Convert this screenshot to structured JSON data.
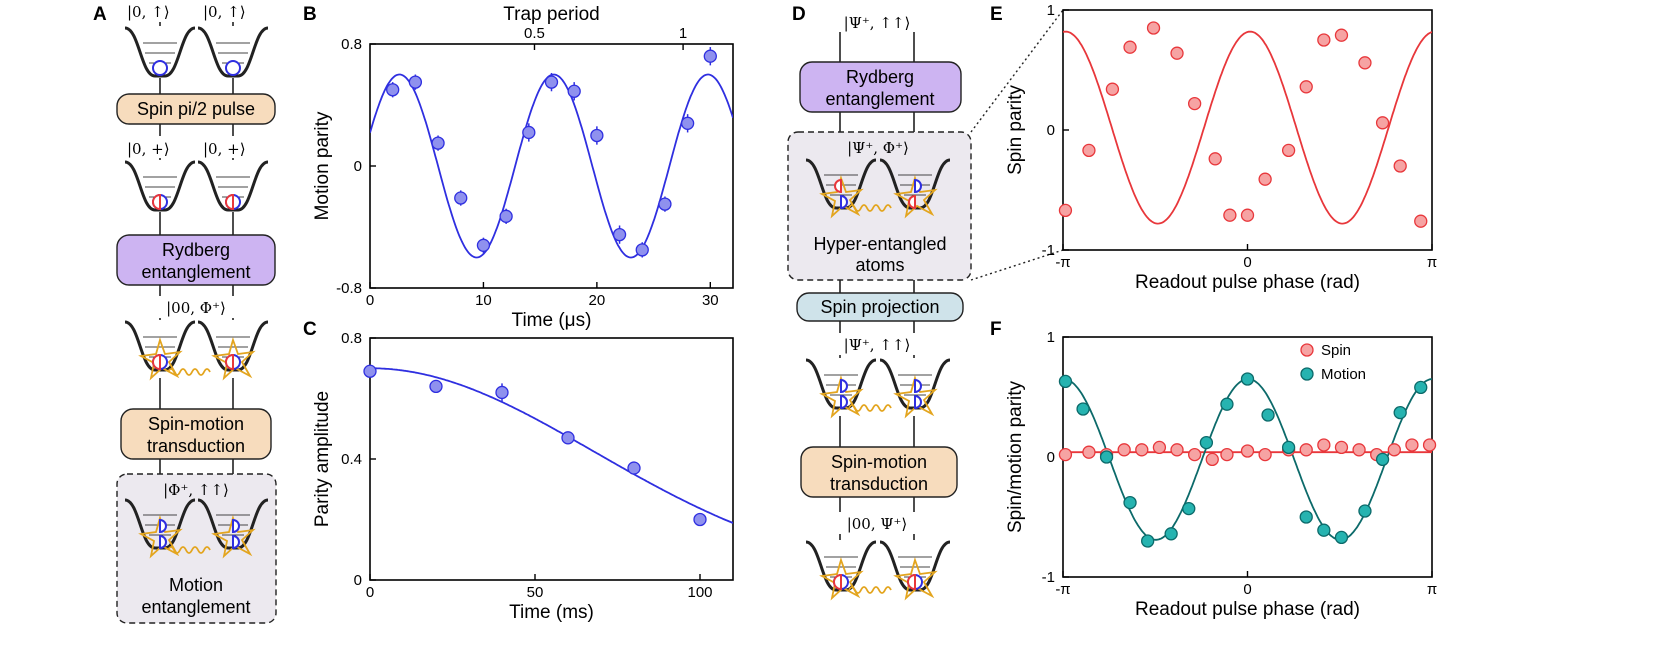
{
  "panel_letters": {
    "a": "A",
    "b": "B",
    "c": "C",
    "d": "D",
    "e": "E",
    "f": "F"
  },
  "colors": {
    "blue": "#2f2fe0",
    "blue_fill": "#8f91ee",
    "red": "#e8373b",
    "red_fill": "#f6a3a3",
    "teal": "#0c6a6a",
    "teal_fill": "#26b3b0",
    "orange_box": "#f7dcbd",
    "purple_box": "#cdb4f2",
    "teal_box": "#cfe3ea",
    "shaded_box": "#ece9ef",
    "gold": "#e3a51f"
  },
  "diagram_a": {
    "states": [
      "|0, ↑⟩",
      "|0, ↑⟩",
      "|0, +⟩",
      "|0, +⟩",
      "|00, Φ⁺⟩",
      "|Φ⁺, ↑↑⟩"
    ],
    "boxes": {
      "spin_pulse": "Spin pi/2 pulse",
      "rydberg_1": "Rydberg",
      "rydberg_2": "entanglement",
      "transduction_1": "Spin-motion",
      "transduction_2": "transduction",
      "motion_1": "Motion",
      "motion_2": "entanglement"
    }
  },
  "diagram_d": {
    "states": [
      "|Ψ⁺, ↑↑⟩",
      "|Ψ⁺, Φ⁺⟩",
      "|Ψ⁺, ↑↑⟩",
      "|00, Ψ⁺⟩"
    ],
    "boxes": {
      "rydberg_1": "Rydberg",
      "rydberg_2": "entanglement",
      "hyper_1": "Hyper-entangled",
      "hyper_2": "atoms",
      "projection": "Spin projection",
      "transduction_1": "Spin-motion",
      "transduction_2": "transduction"
    }
  },
  "chart_data": [
    {
      "panel": "B",
      "type": "scatter",
      "xlabel": "Time (μs)",
      "ylabel": "Motion parity",
      "top_xlabel": "Trap period",
      "xlim": [
        0,
        32
      ],
      "ylim": [
        -0.8,
        0.8
      ],
      "xticks": [
        "0",
        "10",
        "20",
        "30"
      ],
      "yticks": [
        "-0.8",
        "0",
        "0.8"
      ],
      "top_xticks": [
        "0.5",
        "1"
      ],
      "top_xtick_positions_data": [
        14.5,
        27.6
      ],
      "series": [
        {
          "x": [
            2,
            4,
            6,
            8,
            10,
            12,
            14,
            16,
            18,
            20,
            22,
            24,
            26,
            28,
            30
          ],
          "y": [
            0.5,
            0.55,
            0.15,
            -0.21,
            -0.52,
            -0.33,
            0.22,
            0.55,
            0.49,
            0.2,
            -0.45,
            -0.55,
            -0.25,
            0.28,
            0.72
          ],
          "yerr": [
            0.05,
            0.05,
            0.05,
            0.05,
            0.05,
            0.05,
            0.06,
            0.06,
            0.06,
            0.06,
            0.06,
            0.05,
            0.05,
            0.06,
            0.06
          ]
        }
      ],
      "fit": {
        "amplitude": 0.6,
        "period_us": 13.6,
        "phase_rad": -1.2,
        "offset": 0
      }
    },
    {
      "panel": "C",
      "type": "scatter",
      "xlabel": "Time (ms)",
      "ylabel": "Parity amplitude",
      "xlim": [
        0,
        110
      ],
      "ylim": [
        0,
        0.8
      ],
      "xticks": [
        "0",
        "50",
        "100"
      ],
      "yticks": [
        "0",
        "0.4",
        "0.8"
      ],
      "series": [
        {
          "x": [
            0,
            20,
            40,
            60,
            80,
            100
          ],
          "y": [
            0.69,
            0.64,
            0.62,
            0.47,
            0.37,
            0.2
          ],
          "yerr": [
            0.01,
            0.02,
            0.03,
            0.02,
            0.02,
            0.02
          ]
        }
      ],
      "fit": {
        "a0": 0.7,
        "tau_ms": 96
      }
    },
    {
      "panel": "E",
      "type": "scatter",
      "xlabel": "Readout pulse phase (rad)",
      "ylabel": "Spin parity",
      "xlim": [
        -3.1416,
        3.1416
      ],
      "ylim": [
        -1,
        1
      ],
      "xticks": [
        "-π",
        "0",
        "π"
      ],
      "yticks": [
        "-1",
        "0",
        "1"
      ],
      "series": [
        {
          "x": [
            -3.1,
            -2.7,
            -2.3,
            -2.0,
            -1.6,
            -1.2,
            -0.9,
            -0.55,
            -0.3,
            0.0,
            0.3,
            0.7,
            1.0,
            1.3,
            1.6,
            2.0,
            2.3,
            2.6,
            2.95
          ],
          "y": [
            -0.67,
            -0.17,
            0.34,
            0.69,
            0.85,
            0.64,
            0.22,
            -0.24,
            -0.71,
            -0.71,
            -0.41,
            -0.17,
            0.36,
            0.75,
            0.79,
            0.56,
            0.06,
            -0.3,
            -0.76
          ],
          "yerr": [
            0.04,
            0.04,
            0.04,
            0.04,
            0.04,
            0.04,
            0.04,
            0.04,
            0.04,
            0.04,
            0.04,
            0.04,
            0.04,
            0.04,
            0.04,
            0.04,
            0.04,
            0.04,
            0.04
          ]
        }
      ],
      "fit": {
        "amplitude": 0.8,
        "frequency": 2,
        "phase_rad": 1.48,
        "offset": 0.02
      }
    },
    {
      "panel": "F",
      "type": "scatter",
      "xlabel": "Readout pulse phase (rad)",
      "ylabel": "Spin/motion parity",
      "xlim": [
        -3.1416,
        3.1416
      ],
      "ylim": [
        -1,
        1
      ],
      "xticks": [
        "-π",
        "0",
        "π"
      ],
      "yticks": [
        "-1",
        "0",
        "1"
      ],
      "legend": "top-right",
      "series": [
        {
          "name": "Spin",
          "x": [
            -3.1,
            -2.7,
            -2.4,
            -2.1,
            -1.8,
            -1.5,
            -1.2,
            -0.9,
            -0.6,
            -0.35,
            0.0,
            0.3,
            0.7,
            1.0,
            1.3,
            1.6,
            1.9,
            2.2,
            2.5,
            2.8,
            3.1
          ],
          "y": [
            0.02,
            0.04,
            0.02,
            0.06,
            0.06,
            0.08,
            0.06,
            0.02,
            -0.02,
            0.02,
            0.05,
            0.02,
            0.06,
            0.06,
            0.1,
            0.08,
            0.06,
            0.02,
            0.06,
            0.1,
            0.1
          ],
          "yerr": [
            0.03,
            0.03,
            0.03,
            0.03,
            0.03,
            0.03,
            0.03,
            0.03,
            0.03,
            0.03,
            0.03,
            0.03,
            0.03,
            0.03,
            0.03,
            0.03,
            0.03,
            0.03,
            0.03,
            0.03,
            0.03
          ]
        },
        {
          "name": "Motion",
          "x": [
            -3.1,
            -2.8,
            -2.4,
            -2.0,
            -1.7,
            -1.3,
            -1.0,
            -0.7,
            -0.35,
            0.0,
            0.35,
            0.7,
            1.0,
            1.3,
            1.6,
            2.0,
            2.3,
            2.6,
            2.95
          ],
          "y": [
            0.63,
            0.4,
            0.0,
            -0.38,
            -0.7,
            -0.64,
            -0.43,
            0.12,
            0.44,
            0.65,
            0.35,
            0.08,
            -0.5,
            -0.61,
            -0.67,
            -0.45,
            -0.02,
            0.37,
            0.58
          ],
          "yerr": [
            0.05,
            0.05,
            0.05,
            0.05,
            0.05,
            0.05,
            0.05,
            0.05,
            0.05,
            0.05,
            0.05,
            0.05,
            0.05,
            0.05,
            0.05,
            0.05,
            0.05,
            0.05,
            0.05
          ]
        }
      ],
      "fits": [
        {
          "series": "Spin",
          "slope": 0.0,
          "offset": 0.04
        },
        {
          "series": "Motion",
          "amplitude": 0.67,
          "frequency": 2,
          "phase_rad": 1.55,
          "offset": -0.02
        }
      ]
    }
  ]
}
